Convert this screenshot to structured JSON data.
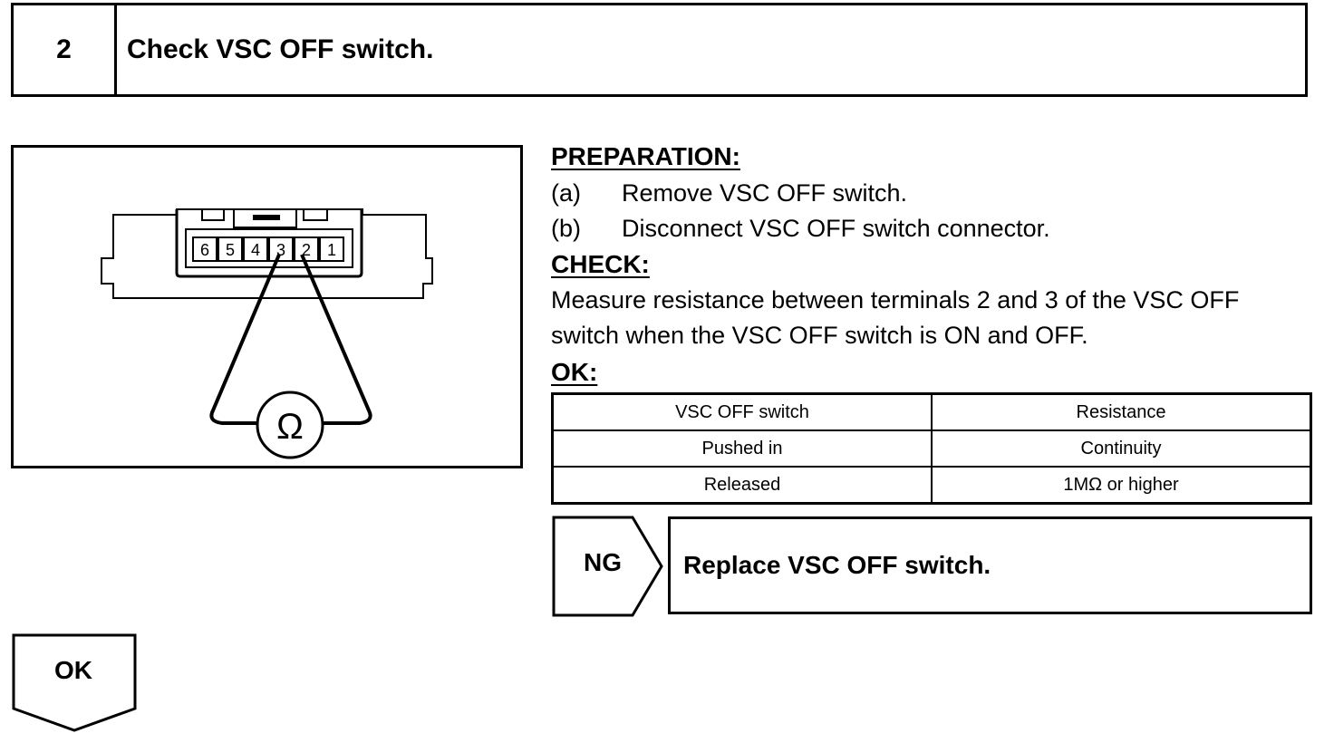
{
  "step": {
    "number": "2",
    "title": "Check VSC OFF switch."
  },
  "diagram": {
    "terminals": [
      "6",
      "5",
      "4",
      "3",
      "2",
      "1"
    ],
    "meter_symbol": "Ω"
  },
  "preparation": {
    "heading": "PREPARATION:",
    "items": [
      {
        "label": "(a)",
        "text": "Remove VSC OFF switch."
      },
      {
        "label": "(b)",
        "text": "Disconnect VSC OFF switch connector."
      }
    ]
  },
  "check": {
    "heading": "CHECK:",
    "lines": [
      "Measure resistance between terminals 2 and 3 of the VSC OFF",
      "switch when the VSC OFF switch is ON and OFF."
    ]
  },
  "ok_section": {
    "heading": "OK:",
    "table": {
      "headers": [
        "VSC OFF switch",
        "Resistance"
      ],
      "rows": [
        [
          "Pushed in",
          "Continuity"
        ],
        [
          "Released",
          "1MΩ or higher"
        ]
      ]
    }
  },
  "ng": {
    "label": "NG",
    "action": "Replace VSC OFF switch."
  },
  "ok_flow": {
    "label": "OK"
  }
}
